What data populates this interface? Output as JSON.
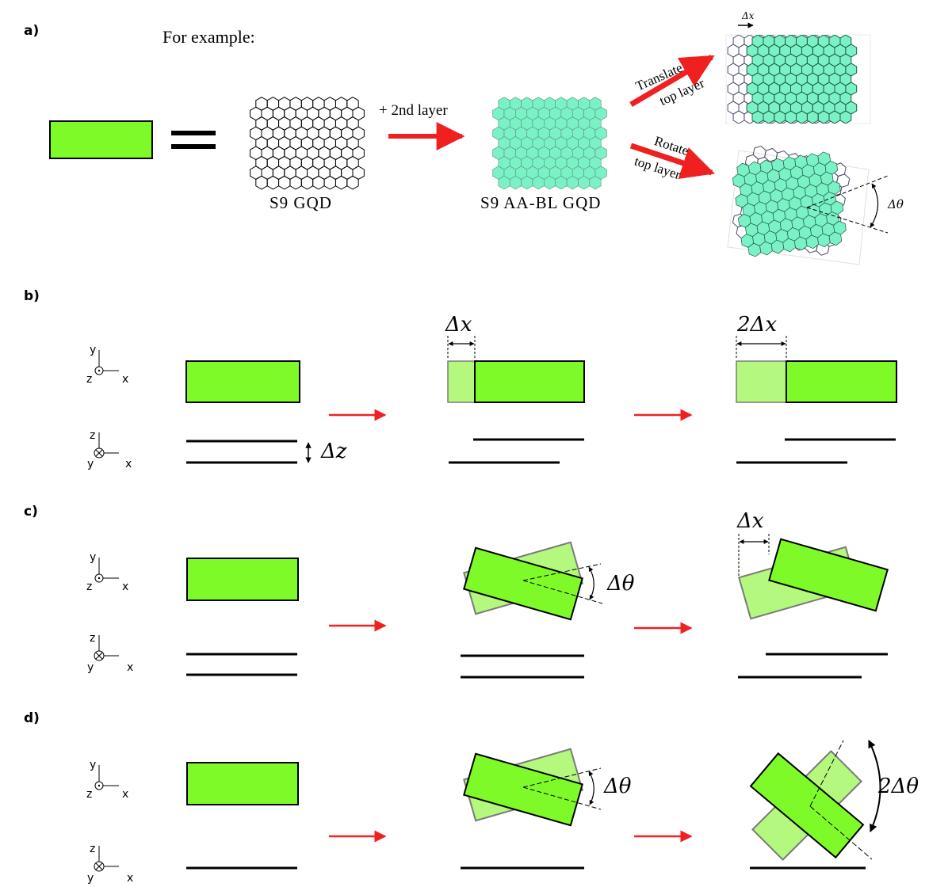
{
  "panel_labels": {
    "a": "a)",
    "b": "b)",
    "c": "c)",
    "d": "d)"
  },
  "panel_a": {
    "intro": "For example:",
    "equals": "=",
    "add_layer_label": "+ 2nd layer",
    "monolayer_caption": "S9 GQD",
    "bilayer_caption": "S9 AA-BL GQD",
    "translate_line1": "Translate",
    "translate_line2": "top layer",
    "rotate_line1": "Rotate",
    "rotate_line2": "top layer",
    "dx_symbol": "Δx",
    "dtheta_symbol": "Δθ"
  },
  "axes": {
    "top_view": {
      "y": "y",
      "z": "z",
      "x": "x"
    },
    "side_view": {
      "z": "z",
      "y": "y",
      "x": "x"
    }
  },
  "panel_b": {
    "dz_symbol": "Δz",
    "dx_symbol": "Δx",
    "two_dx_symbol": "2Δx"
  },
  "panel_c": {
    "dtheta_symbol": "Δθ",
    "dx_symbol": "Δx"
  },
  "panel_d": {
    "dtheta_symbol": "Δθ",
    "two_dtheta_symbol": "2Δθ"
  },
  "colors": {
    "layer_green": "#7ffa29",
    "layer_light_green": "#b4f97d",
    "hex_fill": "#7af2c6",
    "arrow_red": "#f02020"
  }
}
